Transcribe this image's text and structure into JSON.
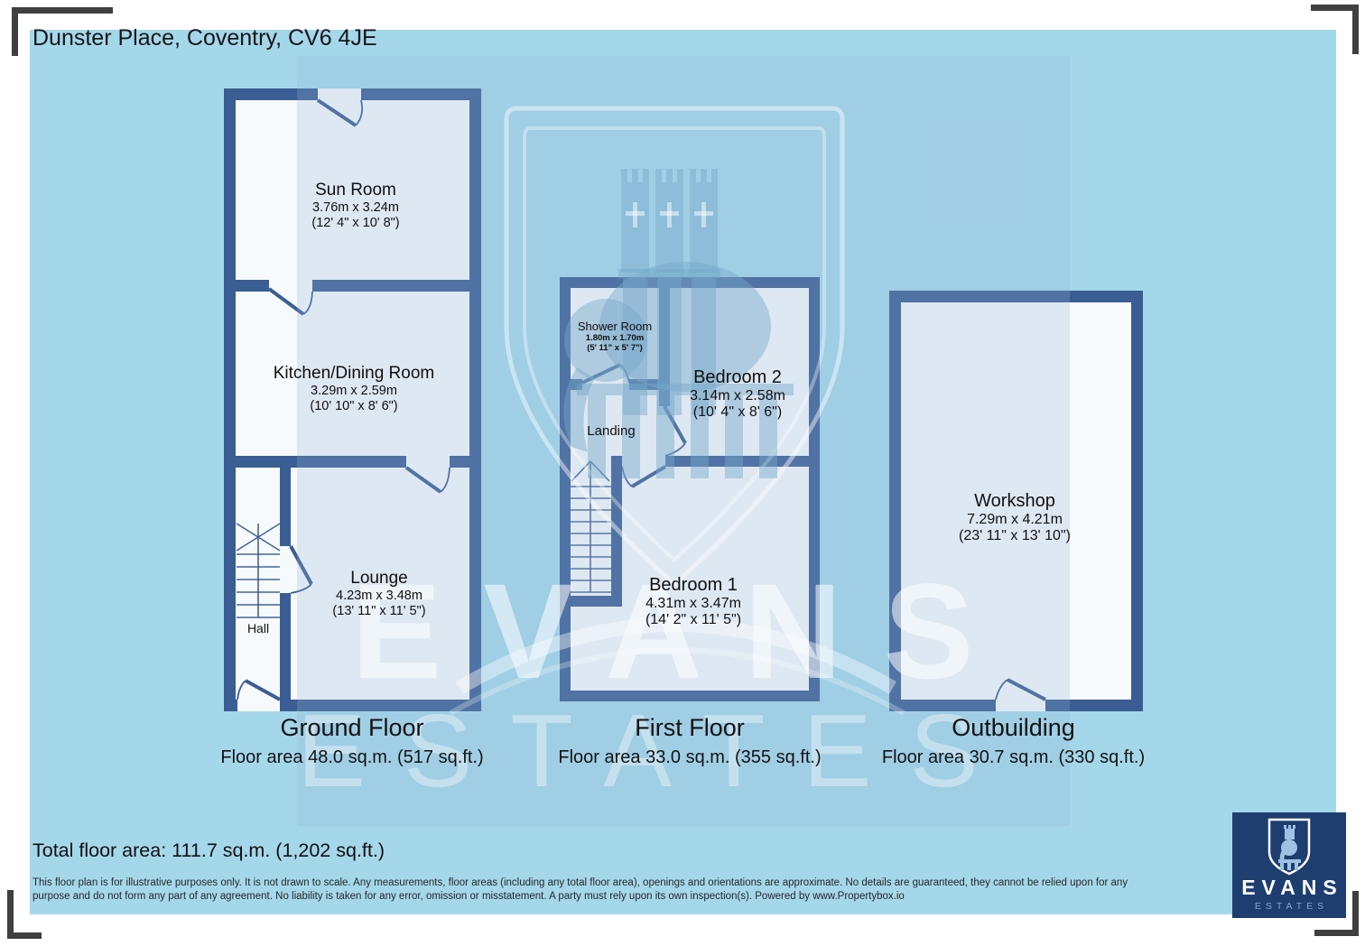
{
  "header": {
    "title": "Dunster Place, Coventry, CV6 4JE"
  },
  "floors": [
    {
      "name": "Ground Floor",
      "area": "Floor area 48.0 sq.m. (517 sq.ft.)",
      "rooms": {
        "sun_room": {
          "name": "Sun Room",
          "metric": "3.76m x 3.24m",
          "imperial": "(12' 4\" x 10' 8\")"
        },
        "kitchen": {
          "name": "Kitchen/Dining Room",
          "metric": "3.29m x 2.59m",
          "imperial": "(10' 10\" x 8' 6\")"
        },
        "lounge": {
          "name": "Lounge",
          "metric": "4.23m x 3.48m",
          "imperial": "(13' 11\" x 11' 5\")"
        },
        "hall": {
          "name": "Hall"
        }
      }
    },
    {
      "name": "First Floor",
      "area": "Floor area 33.0 sq.m. (355 sq.ft.)",
      "rooms": {
        "shower_room": {
          "name": "Shower Room",
          "metric": "1.80m x 1.70m",
          "imperial": "(5' 11\" x 5' 7\")"
        },
        "bedroom2": {
          "name": "Bedroom 2",
          "metric": "3.14m x 2.58m",
          "imperial": "(10' 4\" x 8' 6\")"
        },
        "landing": {
          "name": "Landing"
        },
        "bedroom1": {
          "name": "Bedroom 1",
          "metric": "4.31m x 3.47m",
          "imperial": "(14' 2\" x 11' 5\")"
        }
      }
    },
    {
      "name": "Outbuilding",
      "area": "Floor area 30.7 sq.m. (330 sq.ft.)",
      "rooms": {
        "workshop": {
          "name": "Workshop",
          "metric": "7.29m x 4.21m",
          "imperial": "(23' 11\" x 13' 10\")"
        }
      }
    }
  ],
  "footer": {
    "total": "Total floor area: 111.7 sq.m. (1,202 sq.ft.)",
    "disclaimer": "This floor plan is for illustrative purposes only. It is not drawn to scale. Any measurements, floor areas (including any total floor area), openings and orientations are approximate. No details are guaranteed, they cannot be relied upon for any purpose and do not form any part of any agreement. No liability is taken for any error, omission or misstatement. A party must rely upon its own inspection(s). Powered by www.Propertybox.io"
  },
  "watermark": {
    "line1": "EVANS",
    "line2": "ESTATES"
  },
  "logo": {
    "brand": "EVANS",
    "sub": "ESTATES"
  },
  "colors": {
    "sky": "#a5d7eb",
    "tint": "rgba(148,181,210,0.25)",
    "wall": "#3a5d94",
    "room": "#f7fafc",
    "navy": "#1e3e70",
    "corner": "#3f3f3f"
  }
}
